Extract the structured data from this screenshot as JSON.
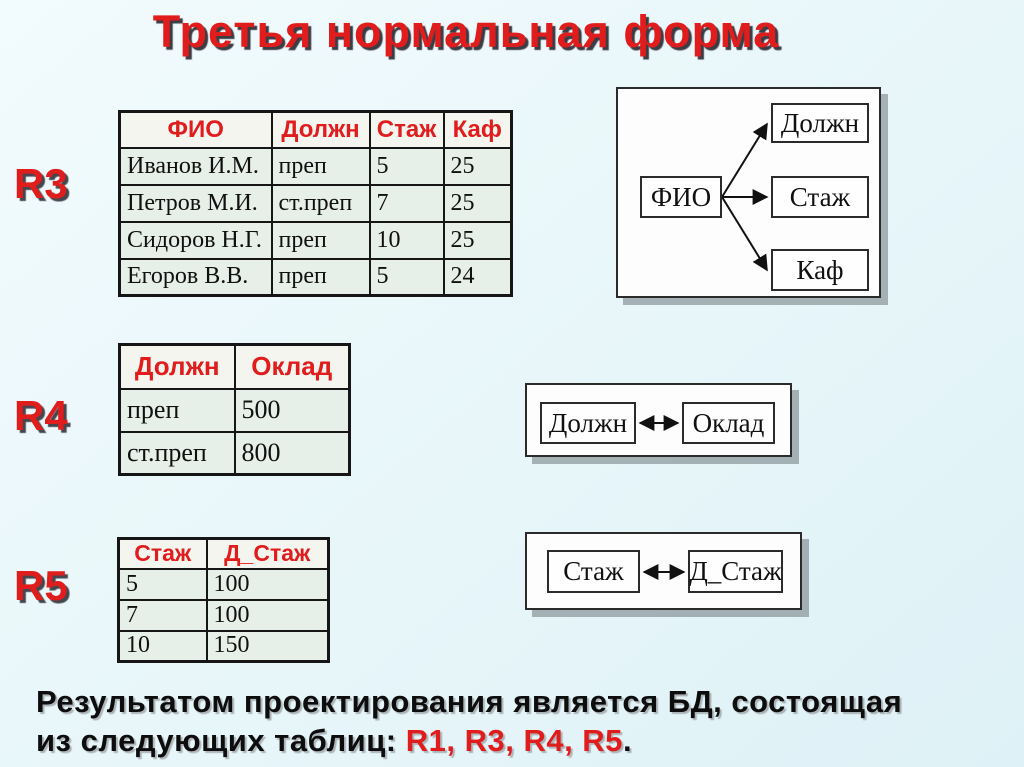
{
  "slide": {
    "title": "Третья нормальная форма",
    "footer": {
      "line1": "Результатом проектирования является БД, состоящая",
      "line2_prefix": "из следующих таблиц: ",
      "line2_tables": "R1, R3, R4, R5",
      "line2_suffix": "."
    },
    "colors": {
      "accent_red": "#e01c1c",
      "table_cell_bg": "#e7efe9",
      "table_header_bg": "#f5f5f0",
      "background": "#e9f7fa"
    }
  },
  "relations": [
    {
      "label": "R3",
      "columns": [
        "ФИО",
        "Должн",
        "Стаж",
        "Каф"
      ],
      "rows": [
        [
          "Иванов И.М.",
          "преп",
          "5",
          "25"
        ],
        [
          "Петров М.И.",
          "ст.преп",
          "7",
          "25"
        ],
        [
          "Сидоров Н.Г.",
          "преп",
          "10",
          "25"
        ],
        [
          "Егоров В.В.",
          "преп",
          "5",
          "24"
        ]
      ]
    },
    {
      "label": "R4",
      "columns": [
        "Должн",
        "Оклад"
      ],
      "rows": [
        [
          "преп",
          "500"
        ],
        [
          "ст.преп",
          "800"
        ]
      ]
    },
    {
      "label": "R5",
      "columns": [
        "Стаж",
        "Д_Стаж"
      ],
      "rows": [
        [
          "5",
          "100"
        ],
        [
          "7",
          "100"
        ],
        [
          "10",
          "150"
        ]
      ]
    }
  ],
  "diagrams": {
    "d1": {
      "source": "ФИО",
      "targets": [
        "Должн",
        "Стаж",
        "Каф"
      ]
    },
    "d2": {
      "left": "Должн",
      "right": "Оклад"
    },
    "d3": {
      "left": "Стаж",
      "right": "Д_Стаж"
    }
  }
}
